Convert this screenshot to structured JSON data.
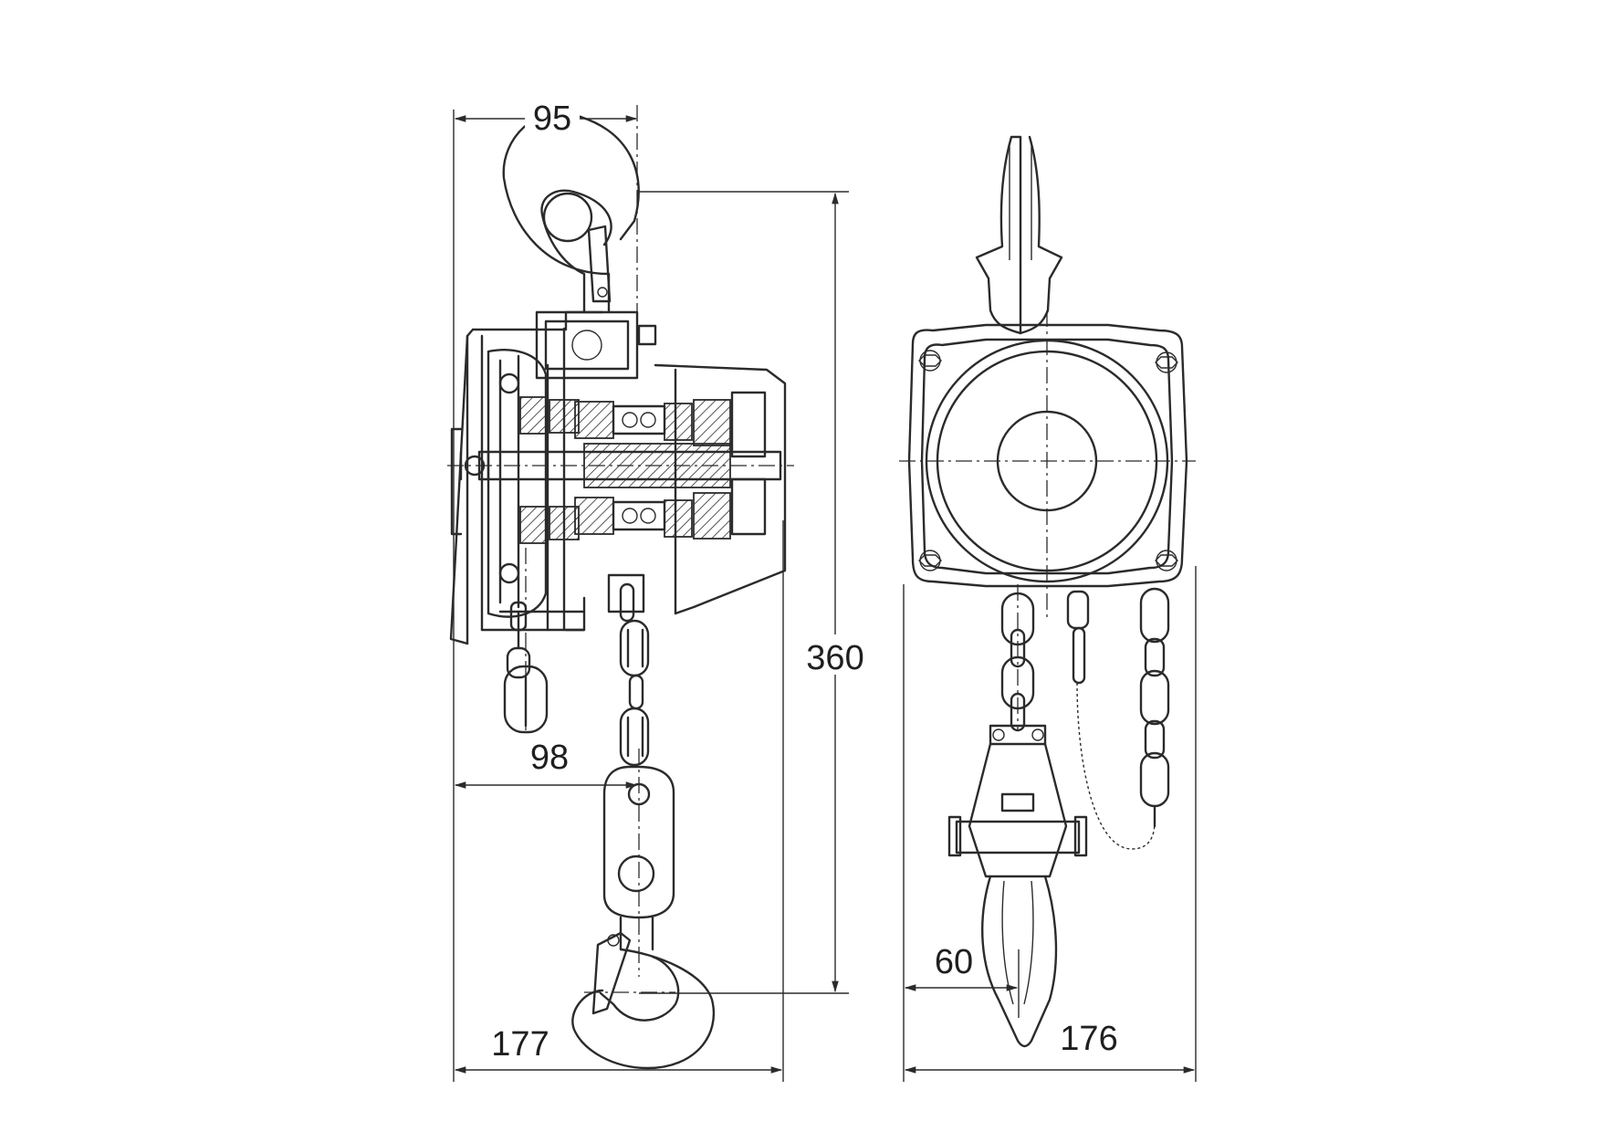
{
  "dimensions": {
    "top_hook_width": "95",
    "overall_height": "360",
    "hand_chain_offset": "98",
    "side_width": "177",
    "front_offset": "60",
    "front_width": "176"
  }
}
